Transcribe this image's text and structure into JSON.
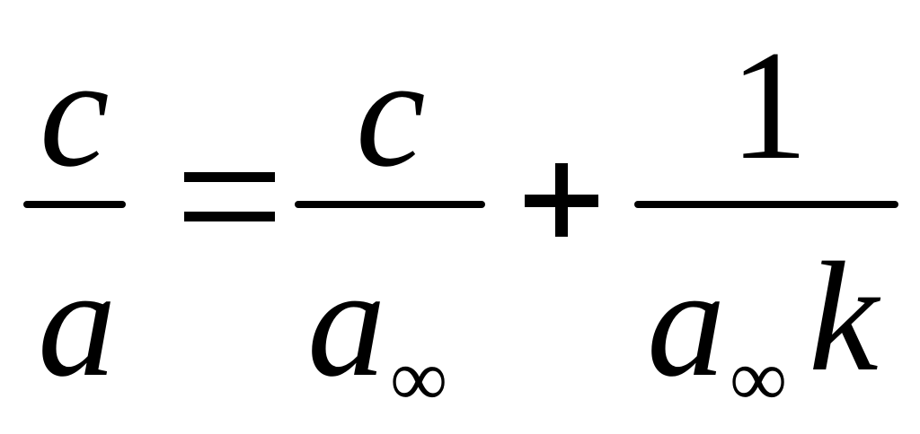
{
  "equation": {
    "lhs": {
      "numerator": "c",
      "denominator": "a"
    },
    "equals_sign": "=",
    "term1": {
      "numerator": "c",
      "denominator": "a",
      "denominator_subscript": "∞"
    },
    "plus_sign": "+",
    "term2": {
      "numerator": "1",
      "denominator": "a",
      "denominator_subscript": "∞",
      "denominator_suffix": "k"
    }
  }
}
